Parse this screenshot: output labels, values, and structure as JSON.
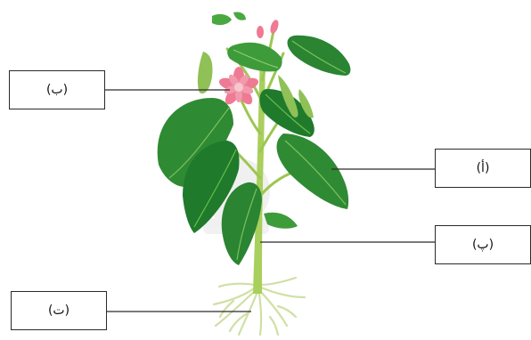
{
  "labels": {
    "a": "(أ)",
    "b": "(ب)",
    "p": "(پ)",
    "t": "(ت)"
  },
  "colors": {
    "leaf_dark": "#1f7a2c",
    "leaf_mid": "#3e9b3a",
    "leaf_light": "#6cbf4a",
    "stem": "#a9cf5c",
    "root": "#cfe0a3",
    "flower": "#ef7a93",
    "flower_center": "#f7c6cf",
    "leader_line": "#2a2a2a"
  }
}
